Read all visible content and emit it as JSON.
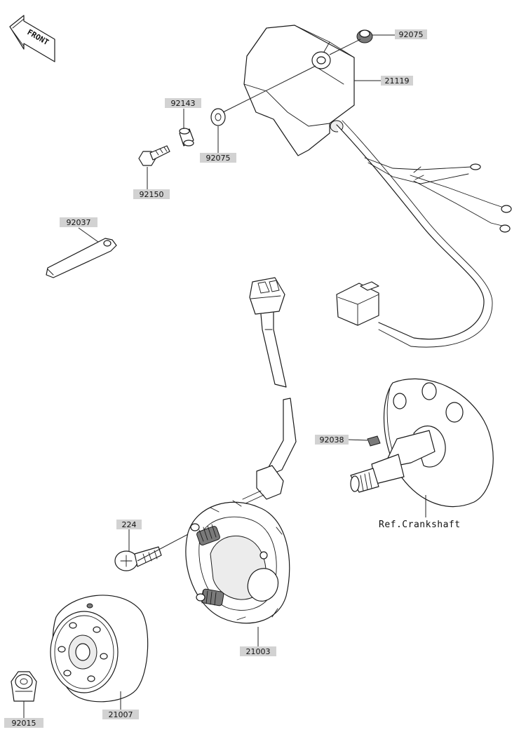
{
  "diagram": {
    "front_marker": "FRONT",
    "reference_label": "Ref.Crankshaft",
    "parts": {
      "p92075a": "92075",
      "p21119": "21119",
      "p92143": "92143",
      "p92075b": "92075",
      "p92150": "92150",
      "p92037": "92037",
      "p92038": "92038",
      "p224": "224",
      "p21003": "21003",
      "p21007": "21007",
      "p92015": "92015"
    }
  }
}
